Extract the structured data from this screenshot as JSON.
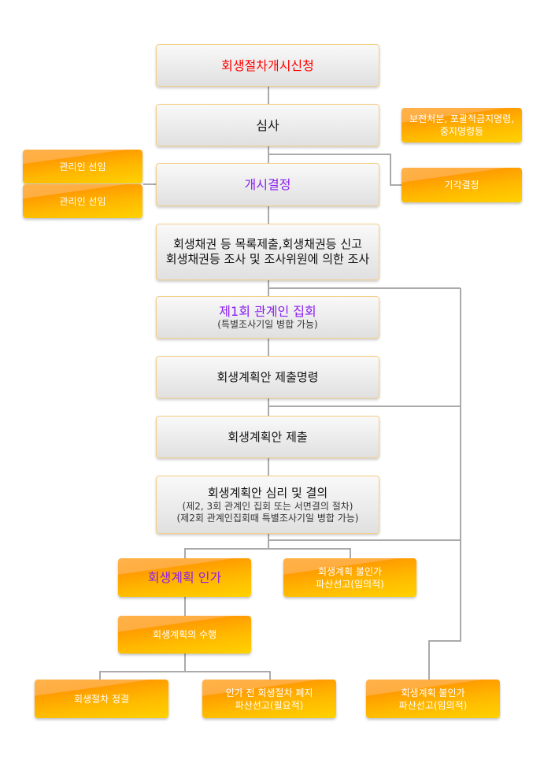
{
  "steps": {
    "s1": "회생절차개시신청",
    "s2": "심사",
    "s3": "개시결정",
    "s4a": "회생채권 등 목록제출,회생채권등 신고",
    "s4b": "회생채권등 조사 및 조사위원에 의한 조사",
    "s5": "제1회 관계인 집회",
    "s5sub": "(특별조사기일 병합 가능)",
    "s6": "회생계획안 제출명령",
    "s7": "회생계획안 제출",
    "s8": "회생계획안 심리 및 결의",
    "s8sub1": "(제2, 3회 관계인 집회 또는 서면결의 절차)",
    "s8sub2": "(제2회 관계인집회때 특별조사기일 병합 가능)"
  },
  "side": {
    "preserve1": "보전처분, 포괄적금지명령,",
    "preserve2": "중지명령등",
    "dismiss": "기각결정",
    "mgr1": "관리인 선임",
    "mgr2": "관리인 선임",
    "approve": "회생계획 인가",
    "reject1a": "회생계획 불인가",
    "reject1b": "파산선고(임의적)",
    "perform": "회생계획의 수행",
    "close": "회생절차 정결",
    "abolish1": "인가 전 회생절차 폐지",
    "abolish2": "파산선고(필요적)",
    "reject2a": "회생계획 불인가",
    "reject2b": "파산선고(임의적)"
  },
  "colors": {
    "highlight_red": "#ff0000",
    "highlight_purple": "#8a1cf0",
    "orange": "#ffa800"
  }
}
